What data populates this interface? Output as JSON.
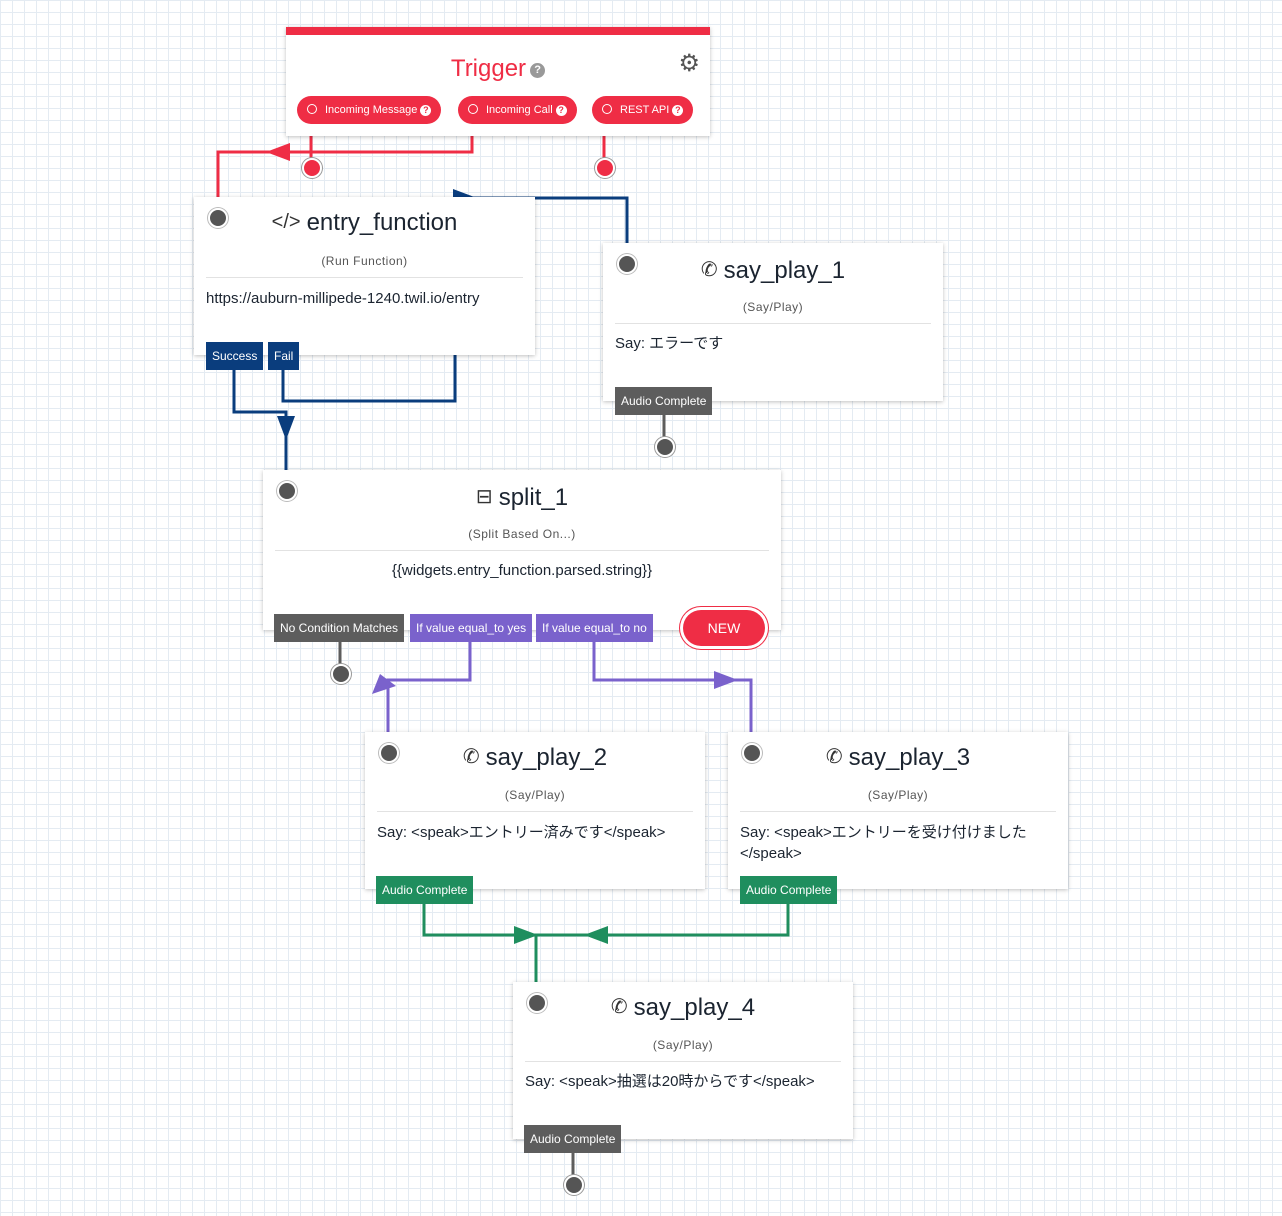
{
  "trigger": {
    "title": "Trigger",
    "help_glyph": "?",
    "settings_icon": "gears-icon",
    "buttons": [
      {
        "label": "Incoming Message",
        "help": "?"
      },
      {
        "label": "Incoming Call",
        "help": "?"
      },
      {
        "label": "REST API",
        "help": "?"
      }
    ],
    "color": "#ef2d45"
  },
  "widgets": {
    "entry_function": {
      "icon": "code-icon",
      "title": "entry_function",
      "subtitle": "(Run Function)",
      "body": "https://auburn-millipede-1240.twil.io/entry",
      "transitions": [
        "Success",
        "Fail"
      ]
    },
    "say_play_1": {
      "icon": "phone-icon",
      "title": "say_play_1",
      "subtitle": "(Say/Play)",
      "body": "Say: エラーです",
      "transitions": [
        "Audio Complete"
      ]
    },
    "split_1": {
      "icon": "split-icon",
      "title": "split_1",
      "subtitle": "(Split Based On...)",
      "body": "{{widgets.entry_function.parsed.string}}",
      "transitions": [
        "No Condition Matches",
        "If value equal_to yes",
        "If value equal_to no"
      ],
      "new_button": "NEW"
    },
    "say_play_2": {
      "icon": "phone-icon",
      "title": "say_play_2",
      "subtitle": "(Say/Play)",
      "body": "Say: <speak>エントリー済みです</speak>",
      "transitions": [
        "Audio Complete"
      ]
    },
    "say_play_3": {
      "icon": "phone-icon",
      "title": "say_play_3",
      "subtitle": "(Say/Play)",
      "body_line1": "Say: <speak>エントリーを受け付けました",
      "body_line2": "</speak>",
      "transitions": [
        "Audio Complete"
      ]
    },
    "say_play_4": {
      "icon": "phone-icon",
      "title": "say_play_4",
      "subtitle": "(Say/Play)",
      "body": "Say: <speak>抽選は20時からです</speak>",
      "transitions": [
        "Audio Complete"
      ]
    }
  },
  "colors": {
    "trigger_red": "#ef2d45",
    "function_blue": "#0a3d7d",
    "split_purple": "#7a62cc",
    "say_green": "#1f8e5e",
    "neutral_gray": "#5d5d5d"
  }
}
